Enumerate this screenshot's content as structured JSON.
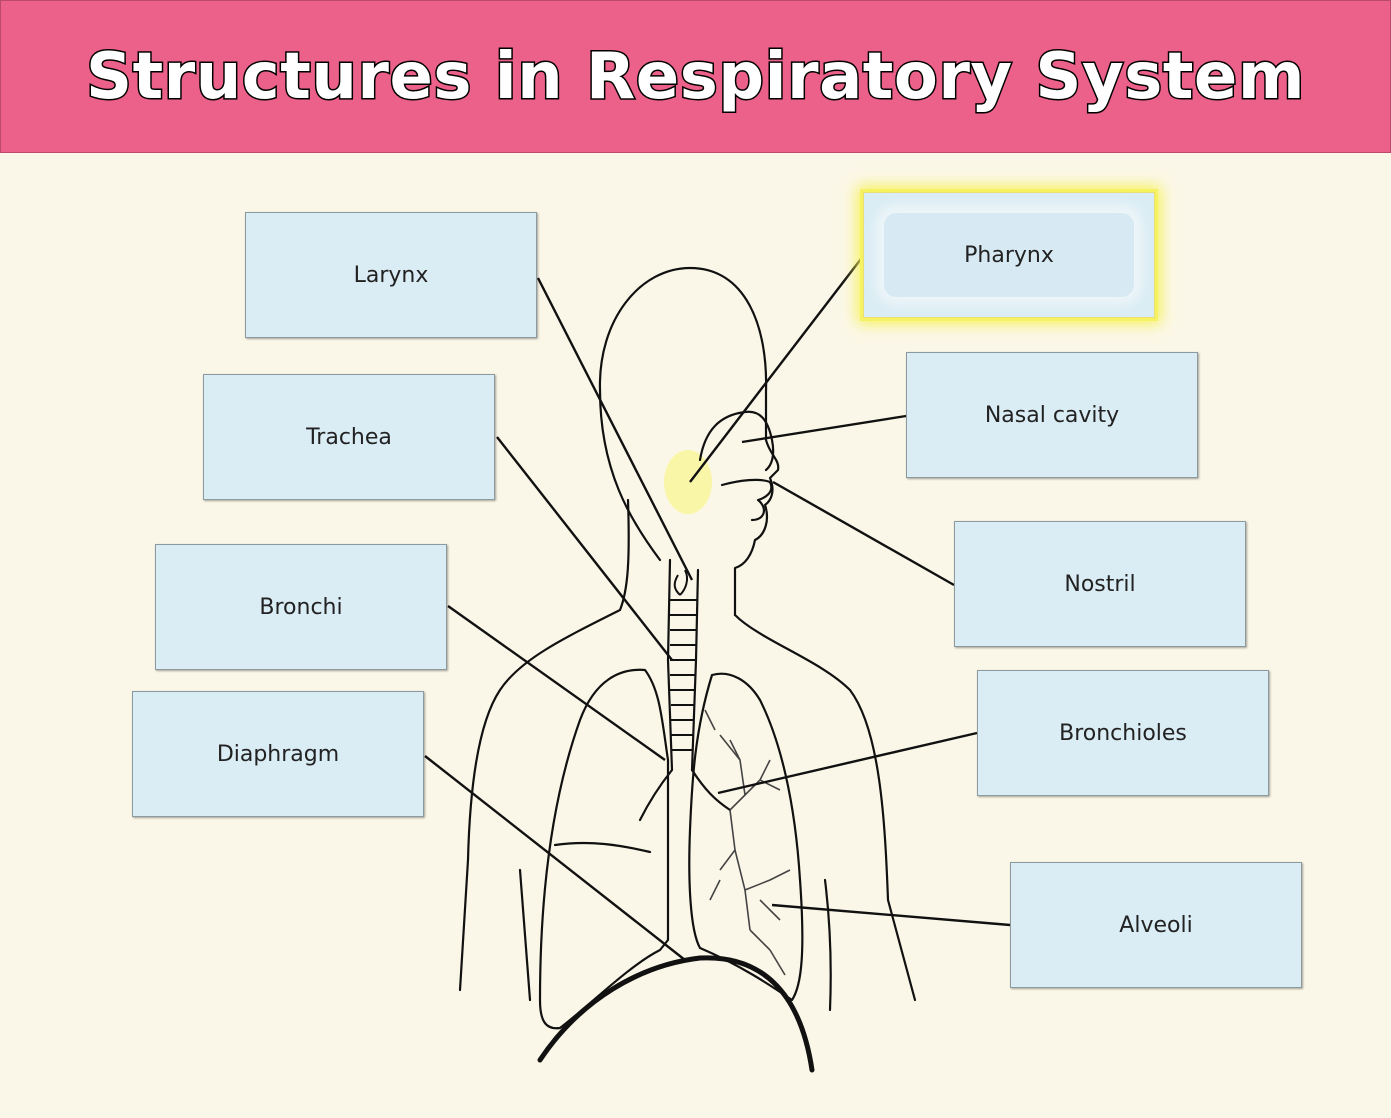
{
  "title": "Structures in Respiratory System",
  "labels": {
    "larynx": "Larynx",
    "pharynx": "Pharynx",
    "trachea": "Trachea",
    "nasal_cavity": "Nasal cavity",
    "nostril": "Nostril",
    "bronchi": "Bronchi",
    "bronchioles": "Bronchioles",
    "diaphragm": "Diaphragm",
    "alveoli": "Alveoli"
  },
  "colors": {
    "header": "#ec6189",
    "background": "#fbf7e8",
    "label_box": "#daecf4",
    "highlight": "#f6f25a"
  }
}
